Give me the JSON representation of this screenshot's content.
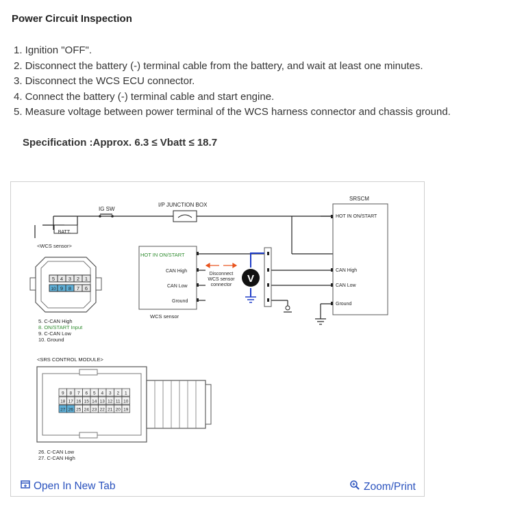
{
  "title": "Power Circuit Inspection",
  "steps": [
    "1. Ignition \"OFF\".",
    "2. Disconnect the battery (-) terminal cable from the battery, and wait at least one minutes.",
    "3. Disconnect the WCS ECU connector.",
    "4. Connect the battery (-) terminal cable and start engine.",
    "5. Measure voltage between power terminal of the WCS harness connector and chassis ground."
  ],
  "specification": "Specification :Approx. 6.3 ≤ Vbatt ≤ 18.7",
  "diagram": {
    "ig_sw": "IG SW",
    "ip_junction_box": "I/P JUNCTION BOX",
    "srscm": "SRSCM",
    "batt": "BATT.",
    "wcs_sensor_connector": "<WCS sensor>",
    "wcs_sensor": "WCS sensor",
    "hot_in_on_start": "HOT IN ON/START",
    "can_high": "CAN High",
    "can_low": "CAN Low",
    "ground": "Ground",
    "disconnect_note": [
      "Disconnect",
      "WCS sensor",
      "connector"
    ],
    "voltmeter": "V",
    "wcs_pins_top": [
      "5",
      "4",
      "3",
      "2",
      "1"
    ],
    "wcs_pins_bottom": [
      "10",
      "9",
      "8",
      "7",
      "6"
    ],
    "wcs_pin_legend": [
      "5. C-CAN High",
      "8. ON/START Input",
      "9. C-CAN Low",
      "10. Ground"
    ],
    "srs_control_module": "<SRS CONTROL MODULE>",
    "srs_pins_row1": [
      "9",
      "8",
      "7",
      "6",
      "5",
      "4",
      "3",
      "2",
      "1"
    ],
    "srs_pins_row2": [
      "18",
      "17",
      "16",
      "15",
      "14",
      "13",
      "12",
      "11",
      "10"
    ],
    "srs_pins_row3": [
      "27",
      "26",
      "25",
      "24",
      "23",
      "22",
      "21",
      "20",
      "19"
    ],
    "srs_pin_legend": [
      "26. C-CAN Low",
      "27. C-CAN High"
    ],
    "colors": {
      "green_label": "#2e8b2e",
      "arrow": "#e8541e",
      "blue_wire": "#1e3cc8",
      "pin_highlight": "#5fb0d8"
    }
  },
  "links": {
    "open_new_tab": "Open In New Tab",
    "zoom_print": "Zoom/Print"
  }
}
